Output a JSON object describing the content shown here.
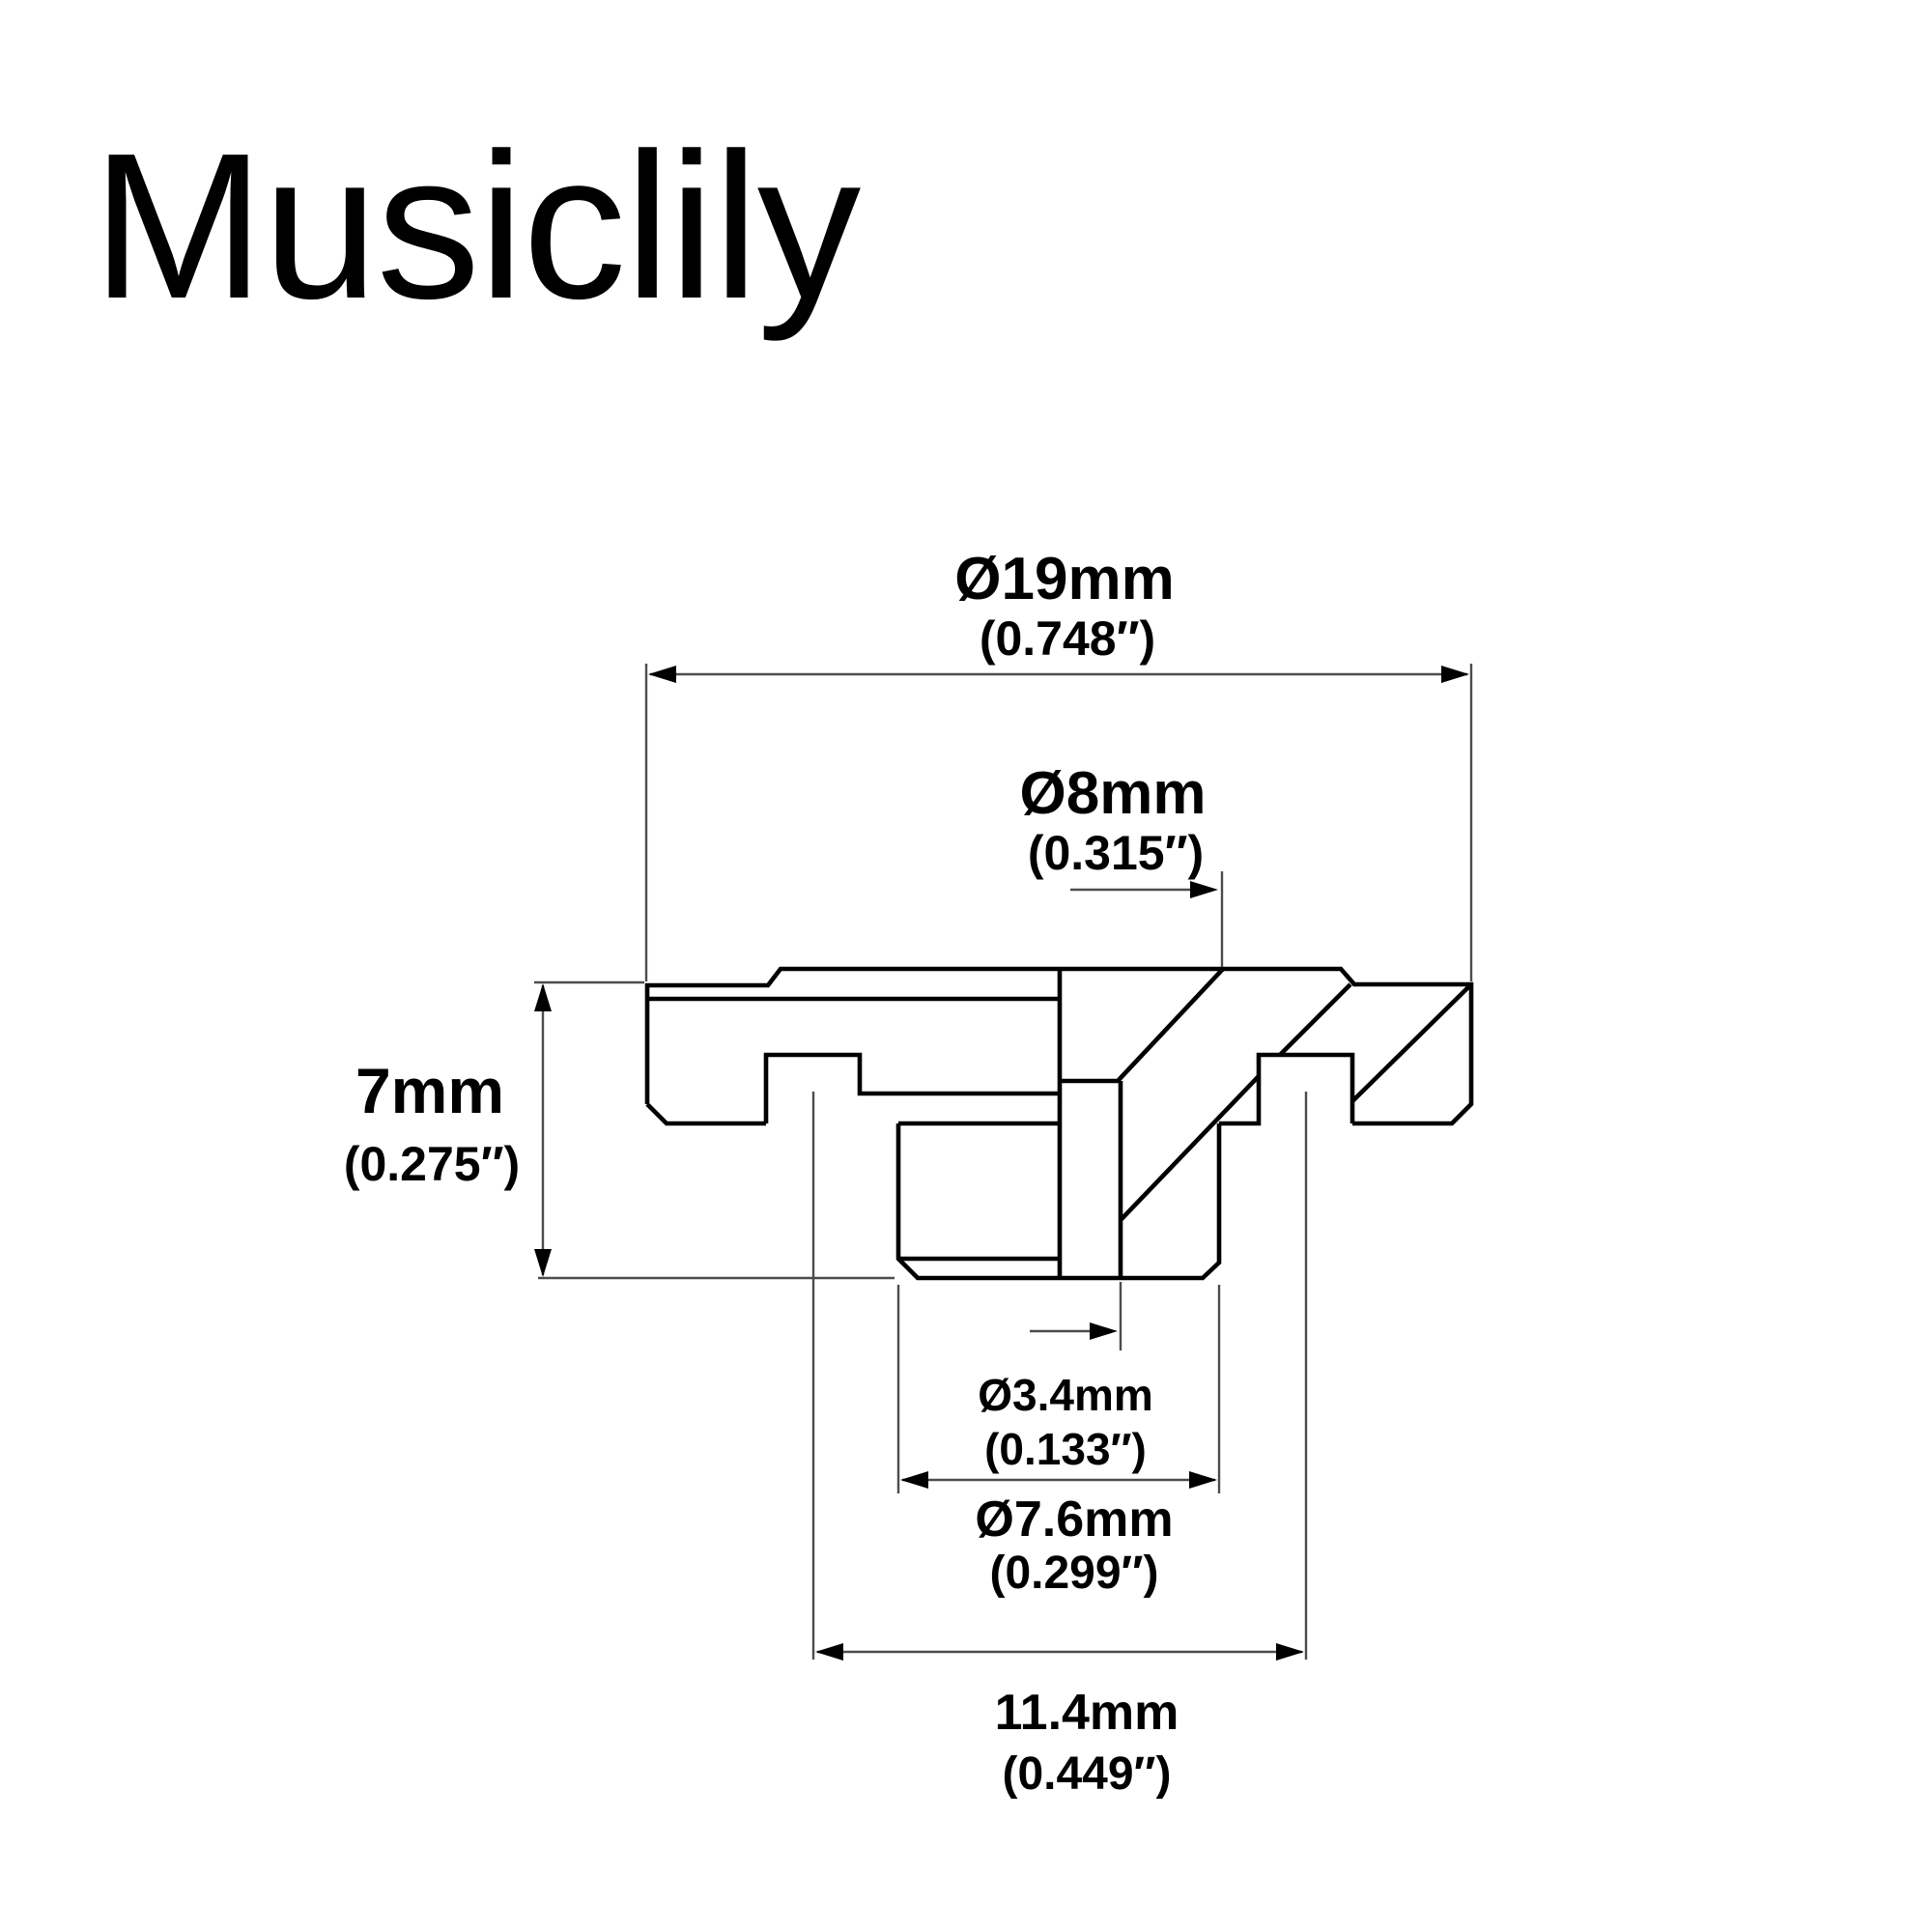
{
  "logo": "Musiclily",
  "dimensions": {
    "outer_diameter": {
      "metric": "Ø19mm",
      "imperial": "(0.748″)"
    },
    "top_bore_diameter": {
      "metric": "Ø8mm",
      "imperial": "(0.315″)"
    },
    "height": {
      "metric": "7mm",
      "imperial": "(0.275″)"
    },
    "small_hole_diameter": {
      "metric": "Ø3.4mm",
      "imperial": "(0.133″)"
    },
    "bushing_diameter": {
      "metric": "Ø7.6mm",
      "imperial": "(0.299″)"
    },
    "hole_spacing": {
      "metric": "11.4mm",
      "imperial": "(0.449″)"
    }
  },
  "colors": {
    "background": "#ffffff",
    "part_outline": "#000000",
    "dimension_lines": "#4c4c4c",
    "text": "#000000"
  }
}
